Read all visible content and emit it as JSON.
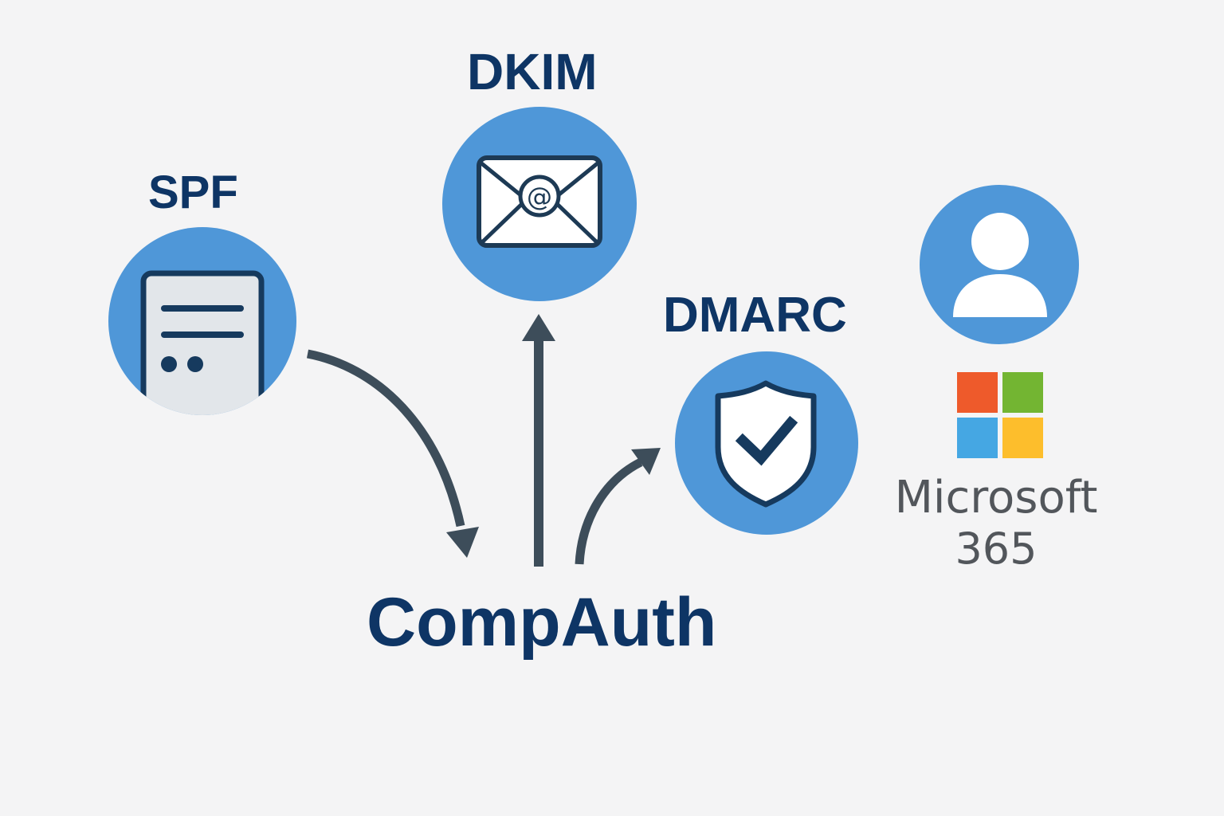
{
  "nodes": {
    "spf": {
      "label": "SPF",
      "icon": "document-icon"
    },
    "dkim": {
      "label": "DKIM",
      "icon": "envelope-at-icon",
      "glyph": "@"
    },
    "dmarc": {
      "label": "DMARC",
      "icon": "shield-check-icon"
    },
    "user": {
      "icon": "user-icon"
    },
    "center": {
      "label": "CompAuth"
    }
  },
  "brand": {
    "name_line1": "Microsoft",
    "name_line2": "365",
    "logo_colors": [
      "#ee5a2b",
      "#73b532",
      "#45a7e3",
      "#fdbe2c"
    ]
  },
  "edges": [
    {
      "from": "SPF",
      "to": "CompAuth"
    },
    {
      "from": "CompAuth",
      "to": "DKIM"
    },
    {
      "from": "CompAuth",
      "to": "DMARC"
    }
  ],
  "colors": {
    "circle": "#4f97d8",
    "label": "#0e3565",
    "arrow": "#3d4d5a",
    "background": "#f4f4f5"
  }
}
